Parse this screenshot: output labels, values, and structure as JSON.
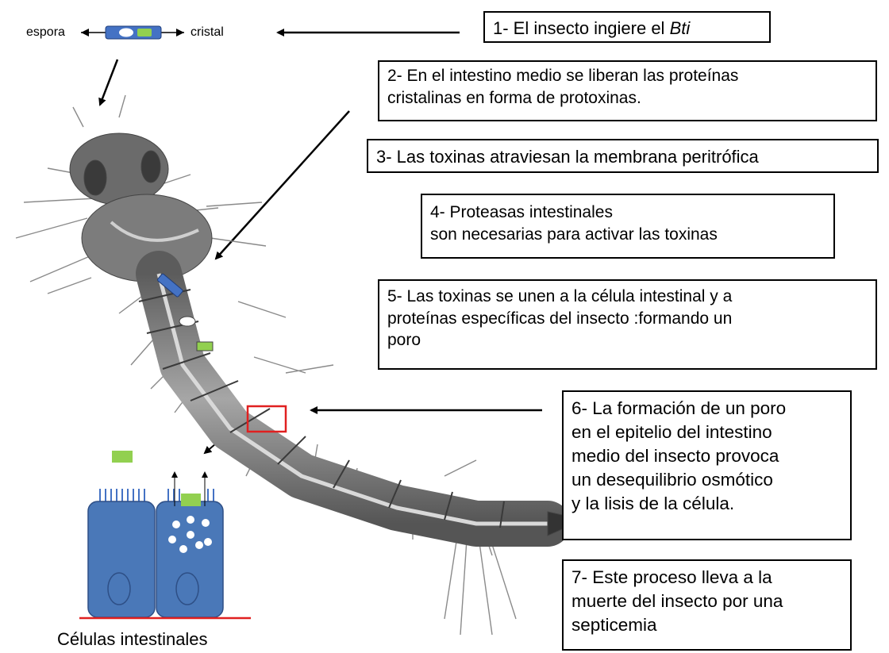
{
  "labels": {
    "spore": "espora",
    "crystal": "cristal",
    "cells": "Células intestinales"
  },
  "steps": [
    {
      "lines": [
        "1- El insecto ingiere el Bti"
      ]
    },
    {
      "lines": [
        "2- En el intestino medio se liberan las proteínas",
        "cristalinas en forma de protoxinas."
      ]
    },
    {
      "lines": [
        "3- Las toxinas atraviesan la membrana peritrófica"
      ]
    },
    {
      "lines": [
        "4- Proteasas intestinales",
        "son necesarias para activar las toxinas"
      ]
    },
    {
      "lines": [
        "5- Las toxinas se unen a la célula intestinal y a",
        "proteínas específicas del insecto :formando un",
        "poro"
      ]
    },
    {
      "lines": [
        "6- La formación de un poro",
        "en el epitelio del intestino",
        "medio del insecto provoca",
        "un desequilibrio osmótico",
        "y la lisis de la célula."
      ]
    },
    {
      "lines": [
        "7- Este proceso lleva a la",
        "muerte del insecto por una",
        "septicemia"
      ]
    }
  ],
  "colors": {
    "spore_body": "#4472c4",
    "crystal": "#92d050",
    "cell": "#4a78b8",
    "basal_line": "#e02020",
    "highlight_box": "#e02020",
    "larva": "#6e6e6e"
  },
  "icons": [
    "spore-crystal-icon",
    "mosquito-larva-drawing",
    "intestinal-cells-illustration"
  ]
}
